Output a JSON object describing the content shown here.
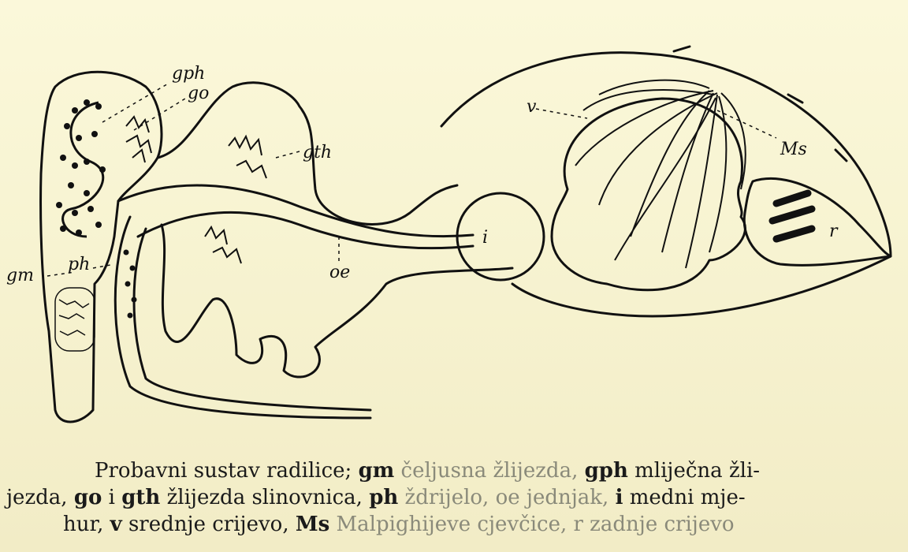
{
  "figure": {
    "labels": {
      "gph": "gph",
      "go": "go",
      "gth": "gth",
      "v": "v",
      "Ms": "Ms",
      "gm": "gm",
      "ph": "ph",
      "oe": "oe",
      "i": "i",
      "r": "r"
    }
  },
  "caption": {
    "line1": {
      "a": "Probavni sustav radilice; ",
      "gm": "gm",
      "b": " čeljusna žlijezda, ",
      "gph": "gph",
      "c": " mliječna žli-"
    },
    "line2": {
      "a": "jezda, ",
      "go": "go",
      "b": " i ",
      "gth": "gth",
      "c": " žlijezda slinovnica, ",
      "ph": "ph",
      "d": " ždrijelo, oe jednjak, ",
      "i": "i",
      "e": " medni mje-"
    },
    "line3": {
      "a": "hur, ",
      "v": "v",
      "b": " srednje crijevo, ",
      "Ms": "Ms",
      "c": " Malpighijeve cjevčice, r zadnje crijevo"
    }
  }
}
